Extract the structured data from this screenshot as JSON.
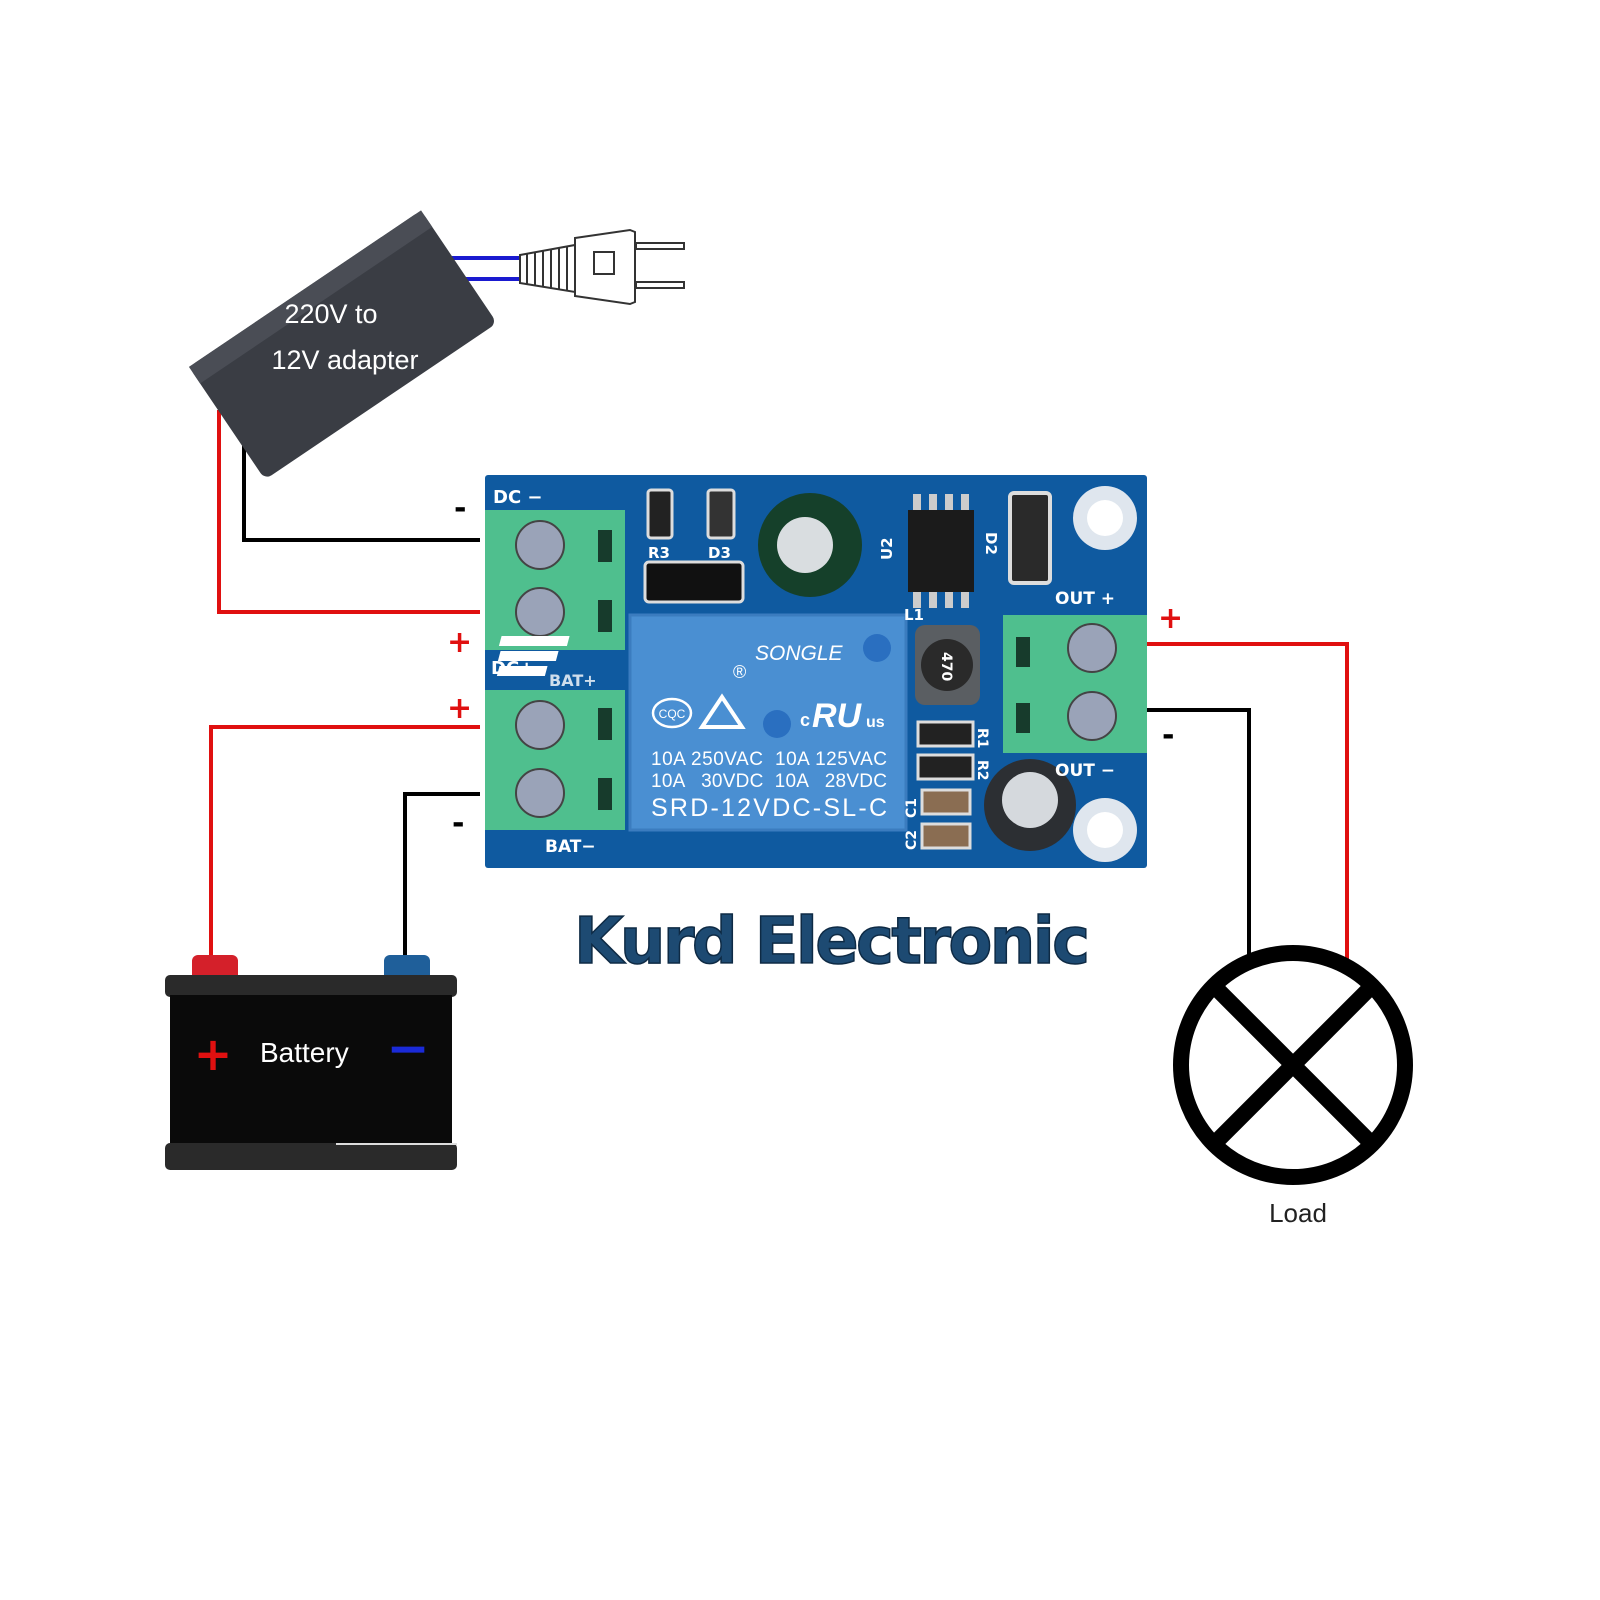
{
  "adapter": {
    "line1": "220V to",
    "line2": "12V adapter"
  },
  "board": {
    "dc_minus": "DC −",
    "dc_plus": "DC+",
    "bat_plus": "BAT+",
    "bat_minus": "BAT−",
    "out_plus": "OUT +",
    "out_minus": "OUT −",
    "r3": "R3",
    "d3": "D3",
    "u2": "U2",
    "d2": "D2",
    "l1": "L1",
    "r1": "R1",
    "r2": "R2",
    "c1": "C1",
    "c2": "C2",
    "inductor": "470"
  },
  "relay": {
    "brand": "SONGLE",
    "reg": "®",
    "cqc": "CQC",
    "ul_c": "c",
    "ul": "RU",
    "ul_us": "us",
    "rating1": "10A 250VAC  10A 125VAC",
    "rating2": "10A   30VDC  10A   28VDC",
    "model": "SRD-12VDC-SL-C"
  },
  "polarity": {
    "plus": "+",
    "minus": "-"
  },
  "watermark": "Kurd Electronic",
  "battery": {
    "label": "Battery",
    "plus": "+",
    "minus": "−"
  },
  "load": {
    "label": "Load"
  },
  "colors": {
    "pcb": "#0f5aa0",
    "terminal": "#4fbf8e",
    "relay": "#4a8fd2",
    "wire_red": "#e01010",
    "wire_black": "#000000",
    "watermark": "#1d4a72"
  }
}
